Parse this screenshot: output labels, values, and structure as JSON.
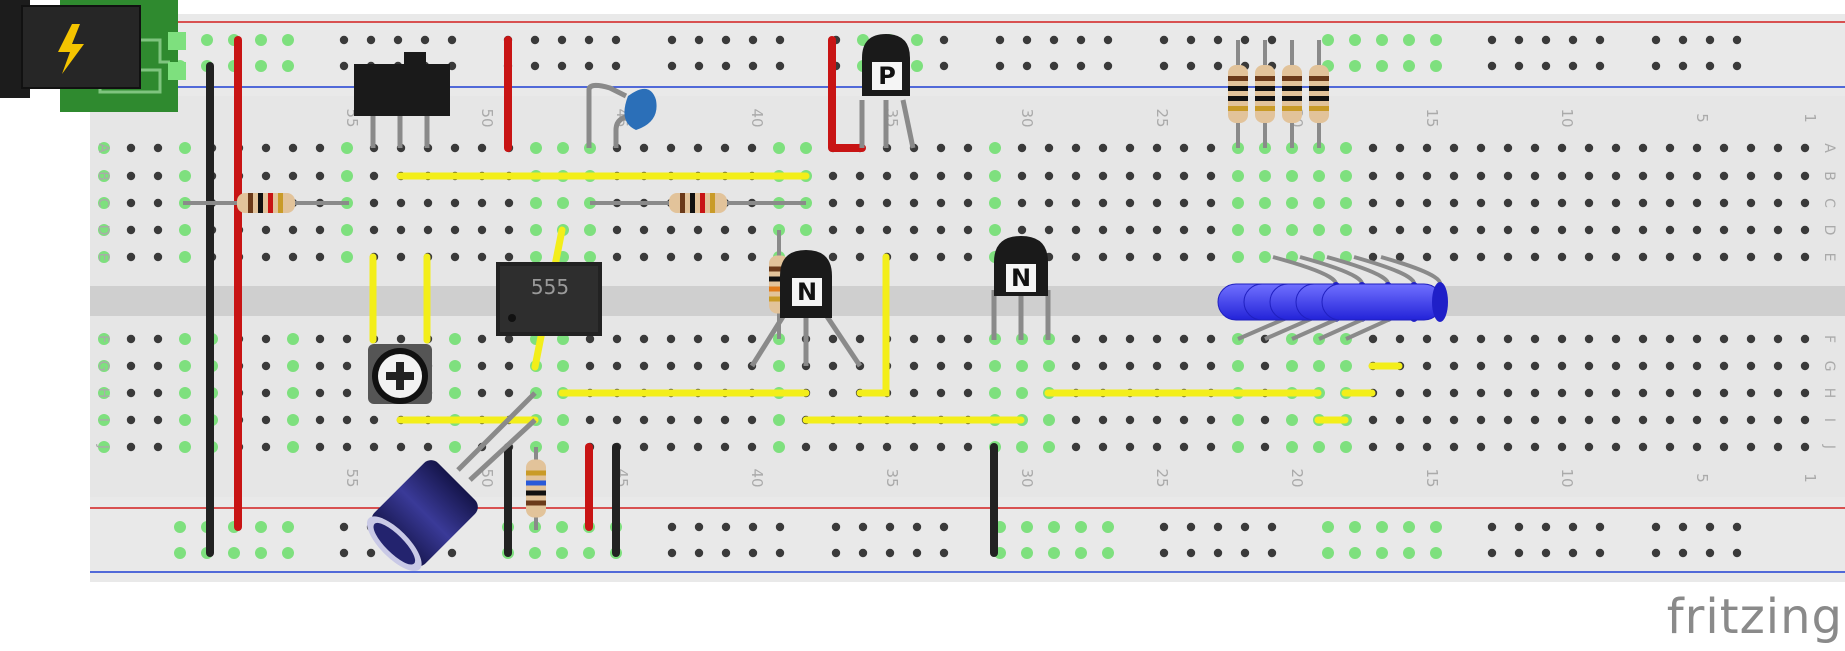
{
  "app": {
    "brand": "fritzing"
  },
  "breadboard": {
    "row_labels": [
      "A",
      "B",
      "C",
      "D",
      "E",
      "F",
      "G",
      "H",
      "I",
      "J"
    ],
    "column_numbers": [
      "55",
      "50",
      "45",
      "40",
      "35",
      "30",
      "25",
      "20",
      "15",
      "10",
      "5",
      "1"
    ]
  },
  "components": {
    "timer_ic": {
      "label": "555"
    },
    "pnp_transistor": {
      "label": "P"
    },
    "npn_transistor_1": {
      "label": "N"
    },
    "npn_transistor_2": {
      "label": "N"
    }
  },
  "colors": {
    "board": "#d8d8d8",
    "hole": "#3a3a3a",
    "hole_active": "#7ee07e",
    "rail_red": "#d21f1f",
    "rail_blue": "#1f3fd2",
    "wire_yellow": "#f3ee1a",
    "wire_red": "#c81414",
    "wire_black": "#222222",
    "led_blue": "#3b3bf5",
    "power_green": "#2f8a2f",
    "capacitor": "#23236e"
  }
}
